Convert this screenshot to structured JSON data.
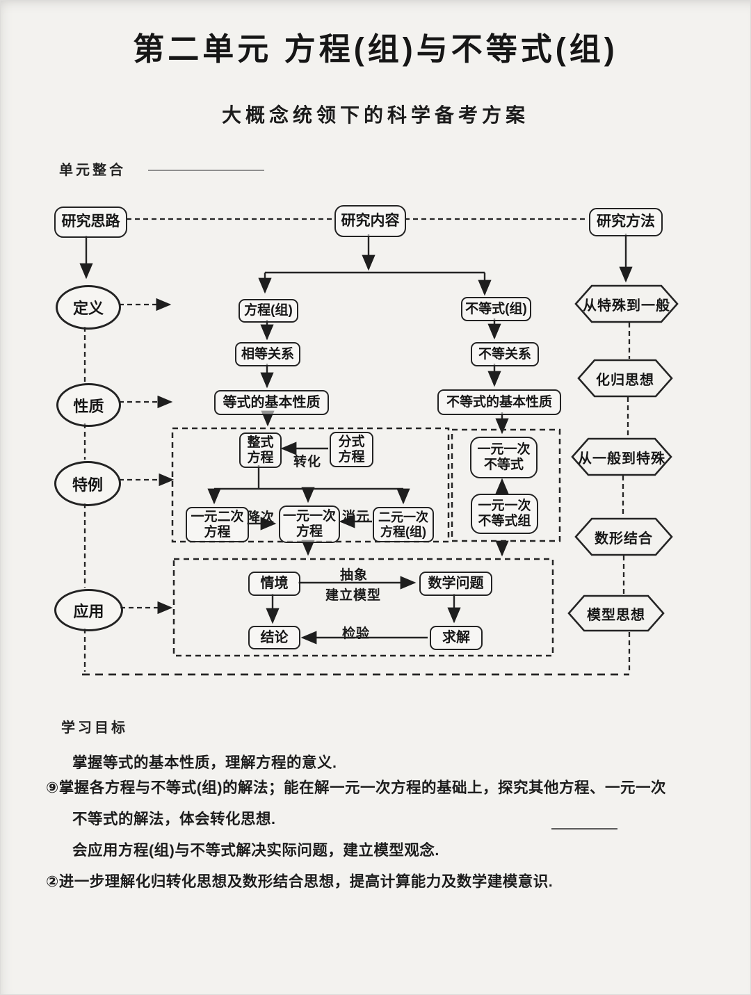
{
  "page": {
    "title": "第二单元 方程(组)与不等式(组)",
    "subtitle": "大概念统领下的科学备考方案",
    "section_label": "单元整合",
    "goals_heading": "学习目标",
    "goals": [
      "掌握等式的基本性质，理解方程的意义.",
      "⑨掌握各方程与不等式(组)的解法；能在解一元一次方程的基础上，探究其他方程、一元一次",
      "不等式的解法，体会转化思想.",
      "会应用方程(组)与不等式解决实际问题，建立模型观念.",
      "②进一步理解化归转化思想及数形结合思想，提高计算能力及数学建模意识."
    ]
  },
  "diagram": {
    "nodes": {
      "silu": "研究思路",
      "neirong": "研究内容",
      "fangfa": "研究方法",
      "dingyi": "定义",
      "xingzhi": "性质",
      "teli": "特例",
      "yingyong": "应用",
      "fangcheng": "方程(组)",
      "xiangdeng": "相等关系",
      "dengshi_xingzhi": "等式的基本性质",
      "zhengshi": [
        "整式",
        "方程"
      ],
      "fenshi": [
        "分式",
        "方程"
      ],
      "yiyuan_erci": [
        "一元二次",
        "方程"
      ],
      "yiyuan_yici": [
        "一元一次",
        "方程"
      ],
      "eryuan_yici": [
        "二元一次",
        "方程(组)"
      ],
      "budengshi": "不等式(组)",
      "budeng_guanxi": "不等关系",
      "budengshi_xingzhi": "不等式的基本性质",
      "yy_budengshi": [
        "一元一次",
        "不等式"
      ],
      "yy_budengshi_zu": [
        "一元一次",
        "不等式组"
      ],
      "qingjing": "情境",
      "shuxue_wenti": "数学问题",
      "qiujie": "求解",
      "jielun": "结论"
    },
    "hexagons": [
      "从特殊到一般",
      "化归思想",
      "从一般到特殊",
      "数形结合",
      "模型思想"
    ],
    "edge_labels": {
      "zhuanhua": "转化",
      "jiangci": "降次",
      "xiaoyuan": "消元",
      "chouxiang": "抽象",
      "jianli_moxing": "建立模型",
      "jianyan": "检验"
    },
    "ink_color": "#1f1f1f"
  }
}
